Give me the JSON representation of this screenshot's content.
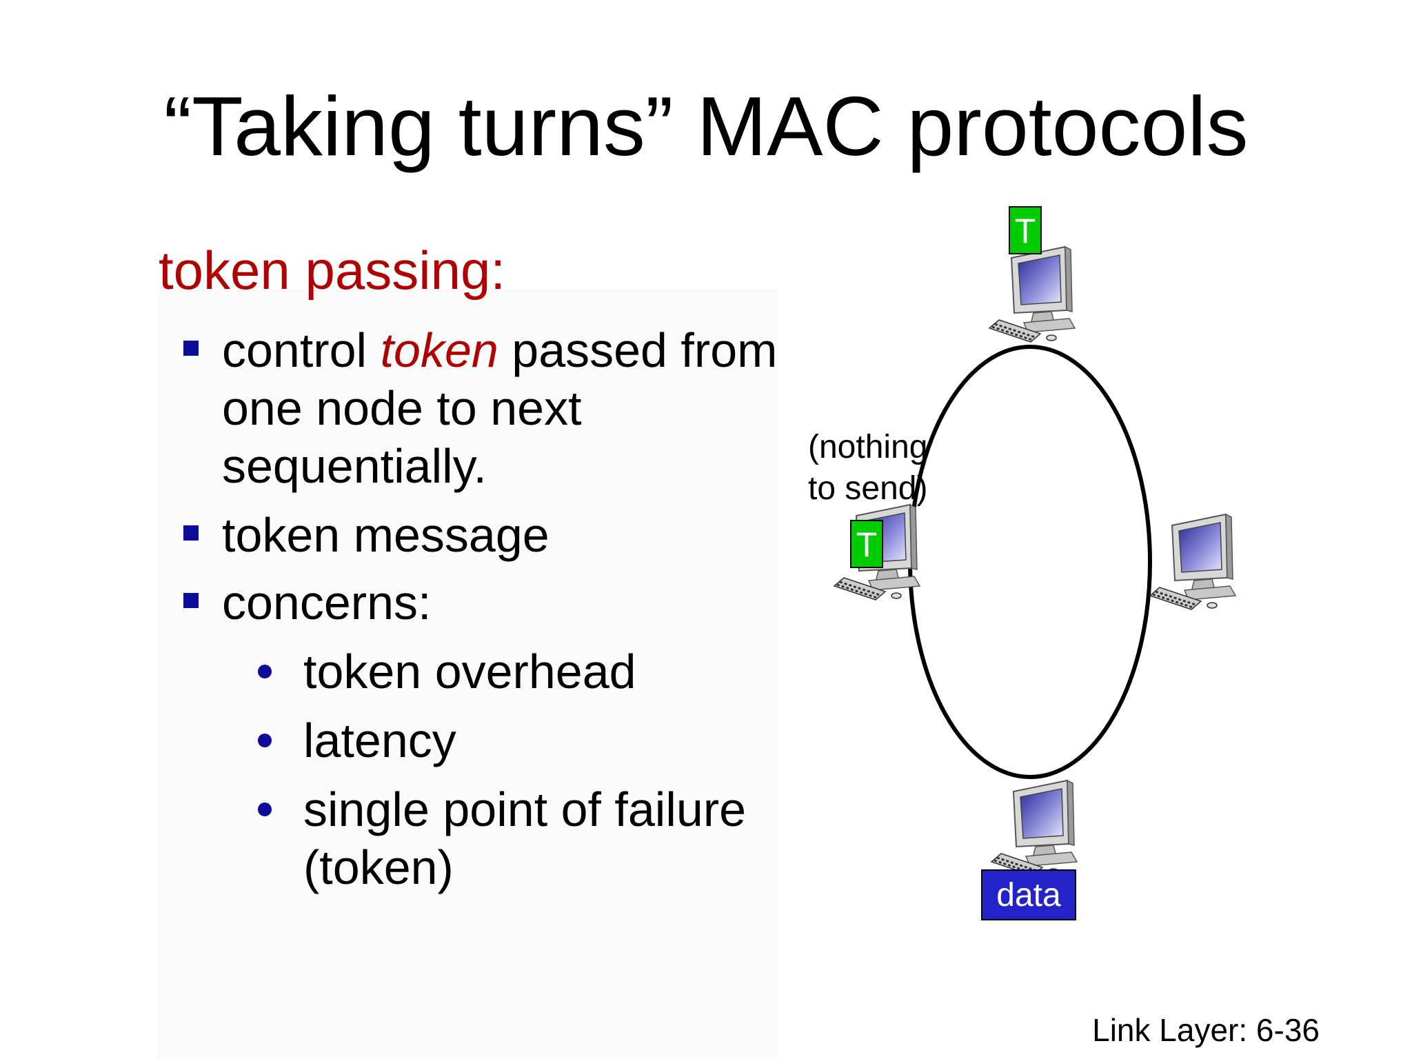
{
  "slide": {
    "title": "“Taking turns” MAC protocols",
    "section_heading": "token passing:",
    "bullets": [
      {
        "pre": "control ",
        "emphasis": "token",
        "post": " passed from one node to next sequentially."
      },
      {
        "text": "token message"
      },
      {
        "text": "concerns:"
      }
    ],
    "sub_bullets": [
      "token overhead",
      "latency",
      "single point of failure (token)"
    ],
    "footer": "Link Layer: 6-36"
  },
  "diagram": {
    "token_label": "T",
    "note_line1": "(nothing",
    "note_line2": "to send)",
    "data_label": "data",
    "colors": {
      "token_fill": "#00cc00",
      "data_fill": "#2323c9",
      "ring_stroke": "#000000",
      "accent_red": "#b00000",
      "bullet_blue": "#0d0d9c"
    }
  }
}
